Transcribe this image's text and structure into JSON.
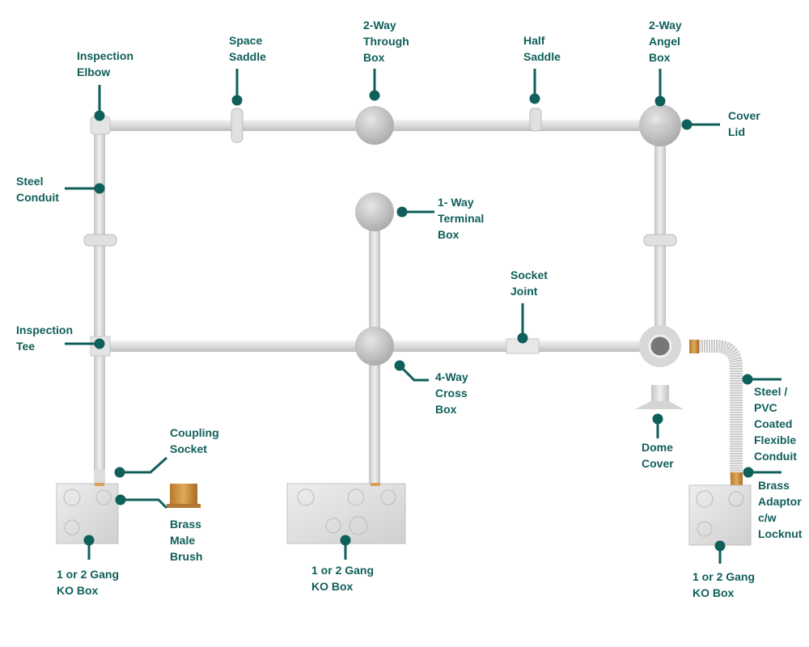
{
  "accent_color": "#0f5f5a",
  "labels": {
    "inspection_elbow": [
      "Inspection",
      "Elbow"
    ],
    "space_saddle": [
      "Space",
      "Saddle"
    ],
    "through_box": [
      "2-Way",
      "Through",
      "Box"
    ],
    "half_saddle": [
      "Half",
      "Saddle"
    ],
    "angel_box": [
      "2-Way",
      "Angel",
      "Box"
    ],
    "cover_lid": [
      "Cover",
      "Lid"
    ],
    "steel_conduit": [
      "Steel",
      "Conduit"
    ],
    "terminal_box": [
      "1- Way",
      "Terminal",
      "Box"
    ],
    "socket_joint": [
      "Socket",
      "Joint"
    ],
    "inspection_tee": [
      "Inspection",
      "Tee"
    ],
    "cross_box": [
      "4-Way",
      "Cross",
      "Box"
    ],
    "coupling_socket": [
      "Coupling",
      "Socket"
    ],
    "brass_male_brush": [
      "Brass",
      "Male",
      "Brush"
    ],
    "ko_box_left": [
      "1 or 2 Gang",
      "KO Box"
    ],
    "ko_box_middle": [
      "1 or 2 Gang",
      "KO Box"
    ],
    "dome_cover": [
      "Dome",
      "Cover"
    ],
    "flexible_conduit": [
      "Steel /",
      "PVC",
      "Coated",
      "Flexible",
      "Conduit"
    ],
    "brass_adaptor": [
      "Brass",
      "Adaptor",
      "c/w",
      "Locknut"
    ],
    "ko_box_right": [
      "1 or 2 Gang",
      "KO Box"
    ]
  },
  "box_brand": "Calaba"
}
